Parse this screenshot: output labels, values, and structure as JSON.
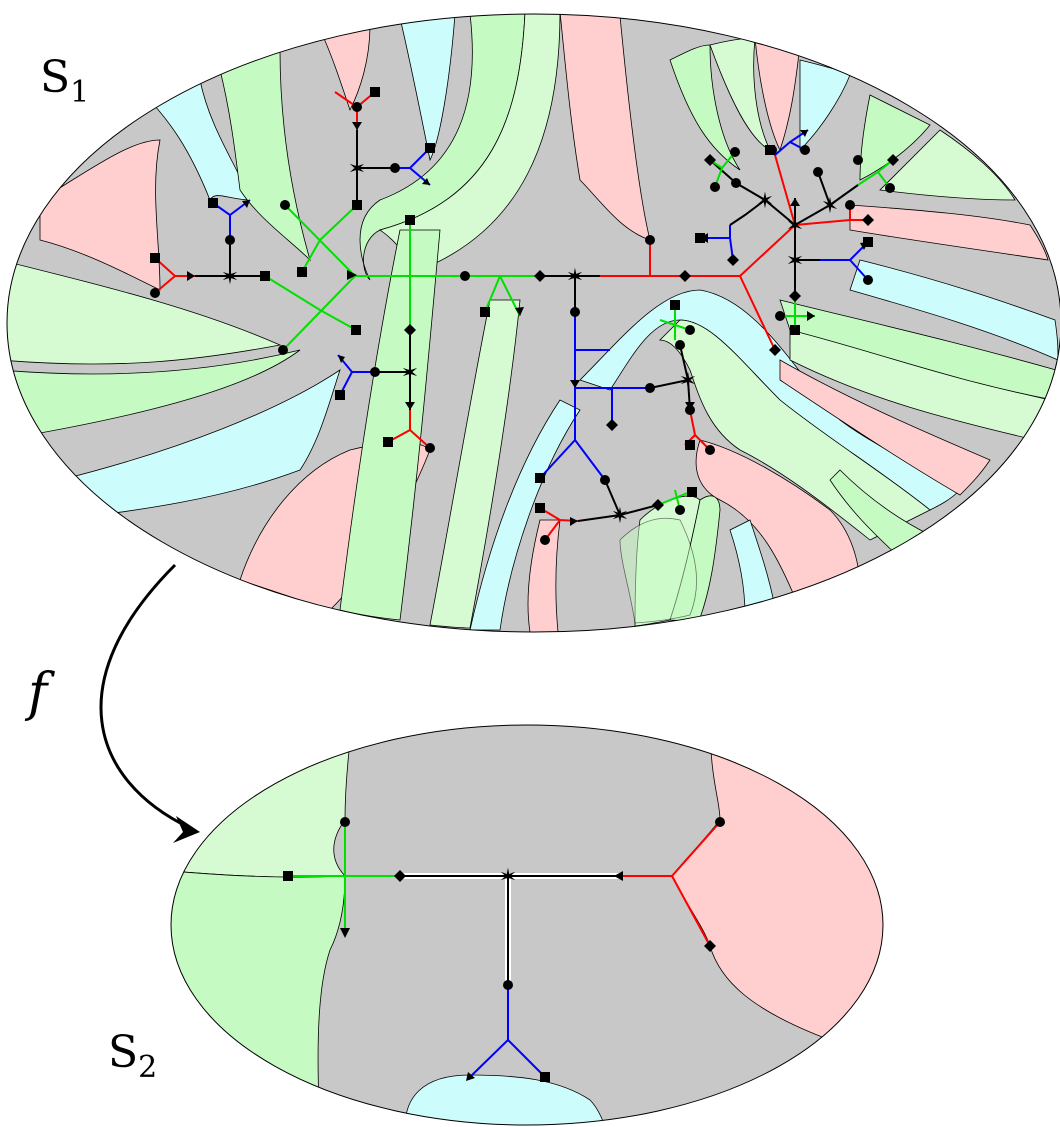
{
  "labels": {
    "top_surface": "S",
    "top_surface_sub": "1",
    "bottom_surface": "S",
    "bottom_surface_sub": "2",
    "map": "f"
  },
  "colors": {
    "gray": "#c8c8c8",
    "pink": "#ffcfcf",
    "cyan": "#cdfcfc",
    "green_light": "#d6fbd3",
    "green": "#c5fbc2",
    "edge_black": "#000000",
    "edge_red": "#ff0000",
    "edge_blue": "#0000ff",
    "edge_green": "#00e000"
  },
  "vertex_kinds": [
    "star",
    "circle",
    "square",
    "diamond",
    "arrow"
  ]
}
